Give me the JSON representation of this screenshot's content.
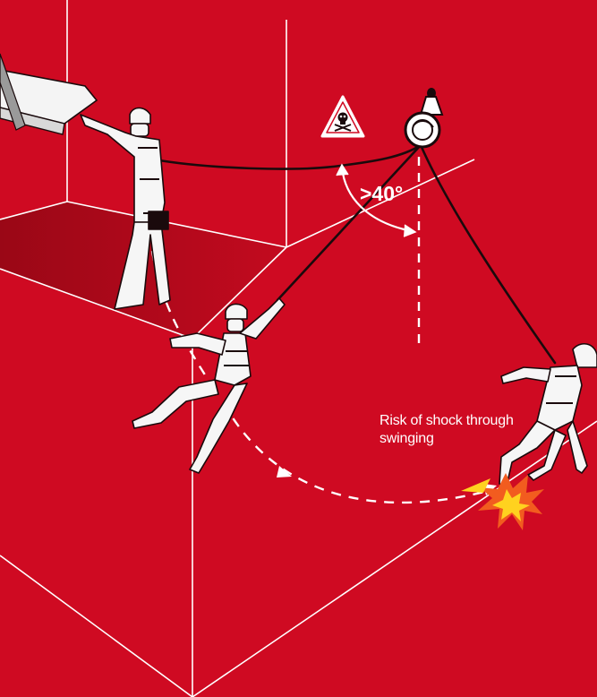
{
  "annotations": {
    "angle_label": ">40°",
    "risk_text_line1": "Risk of shock through",
    "risk_text_line2": "swinging"
  },
  "icons": {
    "warning": "skull-crossbones-warning-icon",
    "anchor": "retractable-fall-arrester-icon",
    "impact": "impact-burst-icon"
  },
  "colors": {
    "background": "#cf0a22",
    "floor_shadow": "#a70818",
    "lines": "#ffffff",
    "rope": "#1a0a0c",
    "impact_outer": "#f25c1f",
    "impact_inner": "#ffd21f"
  }
}
